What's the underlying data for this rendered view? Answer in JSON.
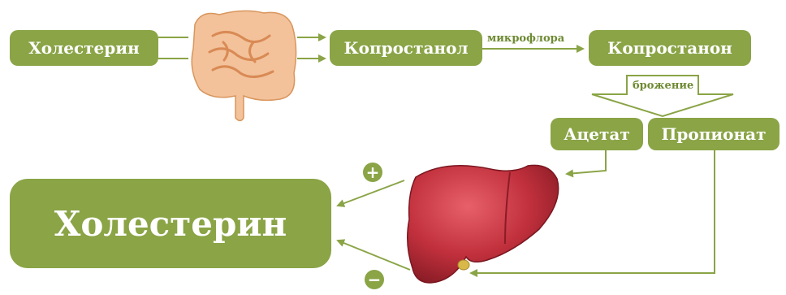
{
  "colors": {
    "box_fill": "#8aa446",
    "line": "#8aa446",
    "text_on_box": "#ffffff",
    "liver": "#c0303c",
    "intestine": "#f0b482"
  },
  "nodes": {
    "cholesterol_top": "Холестерин",
    "coprostanol": "Копростанол",
    "coprostanone": "Копростанон",
    "acetate": "Ацетат",
    "propionate": "Пропионат",
    "cholesterol_main": "Холестерин"
  },
  "edges": {
    "microflora": "микрофлора",
    "fermentation": "брожение"
  },
  "signs": {
    "plus": "+",
    "minus": "−"
  },
  "icons": {
    "intestine": "intestine-illustration",
    "liver": "liver-illustration"
  }
}
